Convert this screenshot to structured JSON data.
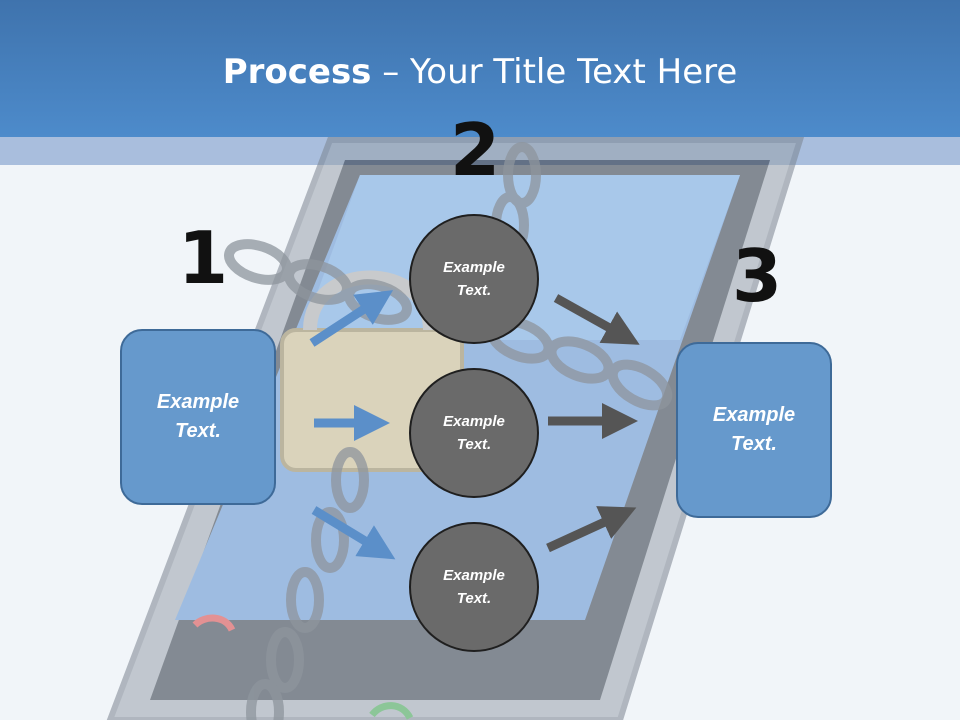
{
  "header": {
    "title_bold": "Process",
    "title_rest": " – Your Title Text Here"
  },
  "steps": {
    "one": "1",
    "two": "2",
    "three": "3"
  },
  "left_box": {
    "text": "Example\nText."
  },
  "right_box": {
    "text": "Example\nText."
  },
  "circles": [
    {
      "text": "Example\nText."
    },
    {
      "text": "Example\nText."
    },
    {
      "text": "Example\nText."
    }
  ],
  "colors": {
    "header": "#4d8bcb",
    "box": "#6699cc",
    "circle": "#6a6a6a",
    "arrow_in": "#5b8fc9",
    "arrow_out": "#555555"
  }
}
